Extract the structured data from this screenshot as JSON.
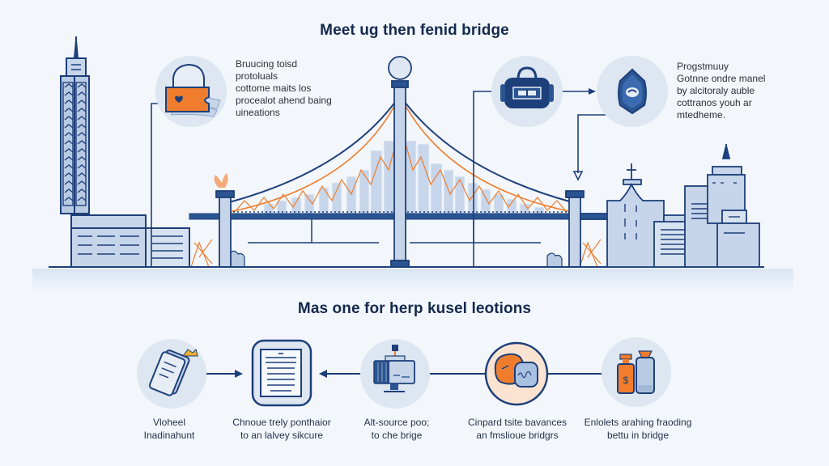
{
  "header": {
    "title": "Meet ug then fenid bridge"
  },
  "top_notes": {
    "left": [
      "Bruucing toisd",
      "protoluals",
      "cottome maits los",
      "procealot ahend baing",
      "uineations"
    ],
    "right": [
      "Progstmuuy",
      "Gotnne ondre manel",
      "by alcitoraly auble",
      "cottranos youh ar",
      "mtedheme."
    ]
  },
  "section": {
    "title": "Mas one for herp kusel leotions"
  },
  "steps": [
    {
      "icon": "phone-document-icon",
      "lines": [
        "Vloheel",
        "Inadinahunt"
      ]
    },
    {
      "icon": "document-icon",
      "lines": [
        "Chnoue trely ponthaior",
        "to an lalvey sikcure"
      ]
    },
    {
      "icon": "server-icon",
      "lines": [
        "Alt-source poo;",
        "to che brige"
      ]
    },
    {
      "icon": "linked-nodes-icon",
      "lines": [
        "Cinpard tsite bavances",
        "an fmslioue bridgrs"
      ]
    },
    {
      "icon": "bottles-icon",
      "lines": [
        "Enlolets arahing fraoding",
        "bettu in bridge"
      ]
    }
  ],
  "colors": {
    "navy": "#1d3f7a",
    "line": "#2a4d86",
    "fill": "#b9cbe3",
    "fill_light": "#d7e2f0",
    "orange": "#ef7d2d",
    "circle_bg": "#dde6f1",
    "circle_peach": "#fbe3d2",
    "background": "#f3f7fc"
  }
}
